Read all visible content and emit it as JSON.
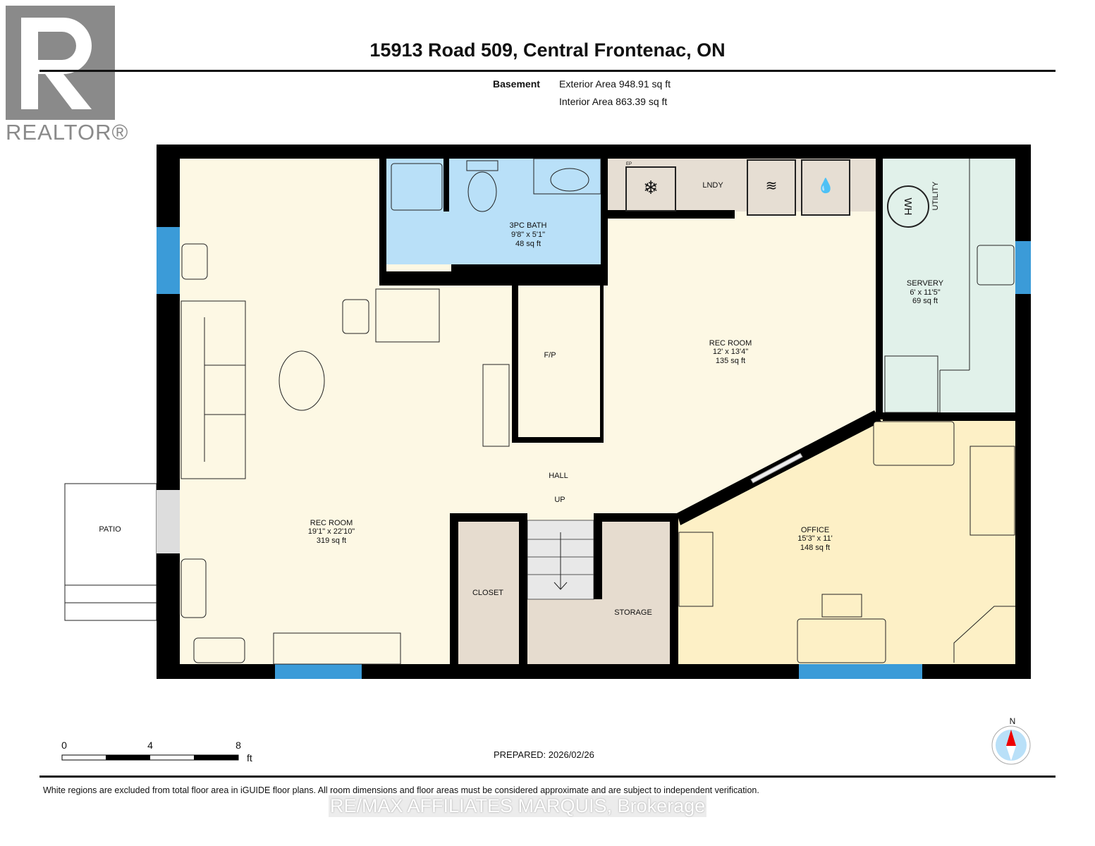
{
  "header": {
    "title": "15913 Road 509, Central Frontenac, ON",
    "level": "Basement",
    "exterior_area": "Exterior Area 948.91 sq ft",
    "interior_area": "Interior Area 863.39 sq ft"
  },
  "logo": {
    "text": "REALTOR®"
  },
  "rooms": {
    "bath": {
      "name": "3PC BATH",
      "dims": "9'8\" x 5'1\"",
      "area": "48 sq ft"
    },
    "lndy": {
      "name": "LNDY"
    },
    "utility": {
      "name": "UTILITY",
      "wh": "WH"
    },
    "servery": {
      "name": "SERVERY",
      "dims": "6' x 11'5\"",
      "area": "69 sq ft"
    },
    "rec_right": {
      "name": "REC ROOM",
      "dims": "12' x 13'4\"",
      "area": "135 sq ft"
    },
    "fp": {
      "name": "F/P"
    },
    "hall": {
      "name": "HALL",
      "up": "UP"
    },
    "rec_left": {
      "name": "REC ROOM",
      "dims": "19'1\" x 22'10\"",
      "area": "319 sq ft"
    },
    "patio": {
      "name": "PATIO"
    },
    "closet": {
      "name": "CLOSET"
    },
    "storage": {
      "name": "STORAGE"
    },
    "office": {
      "name": "OFFICE",
      "dims": "15'3\" x 11'",
      "area": "148 sq ft"
    },
    "ep": "EP"
  },
  "scale": {
    "t0": "0",
    "t4": "4",
    "t8": "8",
    "unit": "ft"
  },
  "prepared": "PREPARED: 2026/02/26",
  "compass": {
    "label": "N"
  },
  "disclaimer": "White regions are excluded from total floor area in iGUIDE floor plans. All room dimensions and floor areas must be considered approximate and are subject to independent verification.",
  "watermark": "RE/MAX AFFILIATES MARQUIS, Brokerage",
  "colors": {
    "wall": "#000000",
    "rec": "#fdf8e4",
    "bath": "#b9e0f8",
    "lndy": "#e6ded3",
    "servery": "#e1f1ea",
    "office": "#fdf0c6",
    "closet": "#e6dccf",
    "window": "#3b9bd8"
  }
}
